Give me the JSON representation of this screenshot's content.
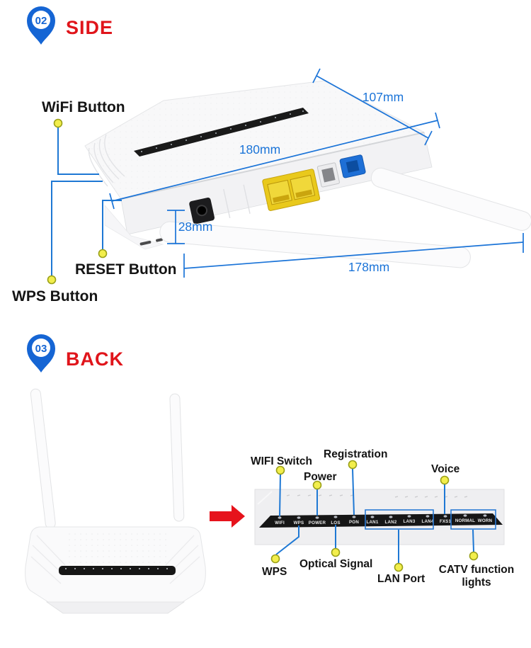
{
  "side_section": {
    "pin": "02",
    "title": "SIDE",
    "wifi_button_label": "WiFi Button",
    "reset_button_label": "RESET Button",
    "wps_button_label": "WPS Button",
    "dim_depth": "107mm",
    "dim_width": "180mm",
    "dim_height": "28mm",
    "dim_antenna": "178mm"
  },
  "back_section": {
    "pin": "03",
    "title": "BACK",
    "leds": [
      "WIFI",
      "WPS",
      "POWER",
      "LOS",
      "PON",
      "LAN1",
      "LAN2",
      "LAN3",
      "LAN4",
      "FXS1",
      "NORMAL",
      "WORN"
    ],
    "callouts": {
      "wifi_switch": "WIFI Switch",
      "power": "Power",
      "registration": "Registration",
      "voice": "Voice",
      "wps": "WPS",
      "optical_signal": "Optical Signal",
      "lan_port": "LAN Port",
      "catv_line1": "CATV function",
      "catv_line2": "lights"
    }
  },
  "colors": {
    "accent_blue": "#1b74d8",
    "accent_red": "#e0151b",
    "pin_blue": "#1565d4",
    "callout_dot_yellow": "#f2ee4c",
    "led_strip_black": "#161616",
    "port_yellow": "#e9c91c",
    "port_blue": "#1e6fd6"
  }
}
